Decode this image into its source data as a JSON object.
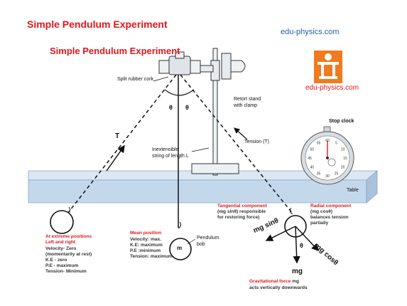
{
  "header": {
    "title": "Simple Pendulum Experiment",
    "site": "edu-physics.com"
  },
  "diagram": {
    "inner_title": "Simple Pendulum Experiment",
    "logo_label": "edu-physics.com",
    "cork_label": "Split rubber cork",
    "stand_label_1": "Retort stand",
    "stand_label_2": "with clamp",
    "string_label_1": "Inextensible",
    "string_label_2": "string of length L",
    "tension_label": "Tension (T)",
    "stop_clock_label": "Stop clock",
    "table_label": "Table",
    "T_symbol": "T",
    "theta": "θ",
    "bob_mass": "m",
    "bob_label_1": "Pendulum",
    "bob_label_2": "bob",
    "extreme_heading_1": "At extreme positions",
    "extreme_heading_2": "Left and right",
    "extreme_lines": [
      "Velocity- Zero",
      "(momentarily at rest)",
      "K.E -  zero",
      "P.E - maximum",
      "Tension- Minimum"
    ],
    "mean_heading": "Mean position",
    "mean_lines": [
      "Velocity: max.",
      "K.E: maximum",
      "P.E :minimum",
      "Tension: maximum"
    ],
    "tangential_heading": "Tangential component",
    "tangential_lines": [
      "(mg sinθ) responsible",
      "for restoring force)"
    ],
    "radial_heading": "Radial component",
    "radial_lines": [
      "(mg cosθ)",
      "balances tension",
      "partially"
    ],
    "force_mg_sin": "mg sinθ",
    "force_mg_cos": "mg cosθ",
    "force_mg": "mg",
    "grav_heading": "Gravitational force",
    "grav_heading_tail": "mg",
    "grav_line": "acts vertically downwards",
    "clock_numbers": [
      "5",
      "10",
      "15",
      "20",
      "25",
      "30",
      "35",
      "40",
      "45",
      "50",
      "55",
      "60"
    ]
  },
  "colors": {
    "title_red": "#e3161b",
    "site_blue": "#1f5fae",
    "table_blue": "#c4d8ec",
    "logo_orange": "#f07a1e",
    "steel": "#d7dde3"
  },
  "icons": {
    "logo": "pendulum-apparatus-logo",
    "clock": "stop-clock-icon"
  }
}
